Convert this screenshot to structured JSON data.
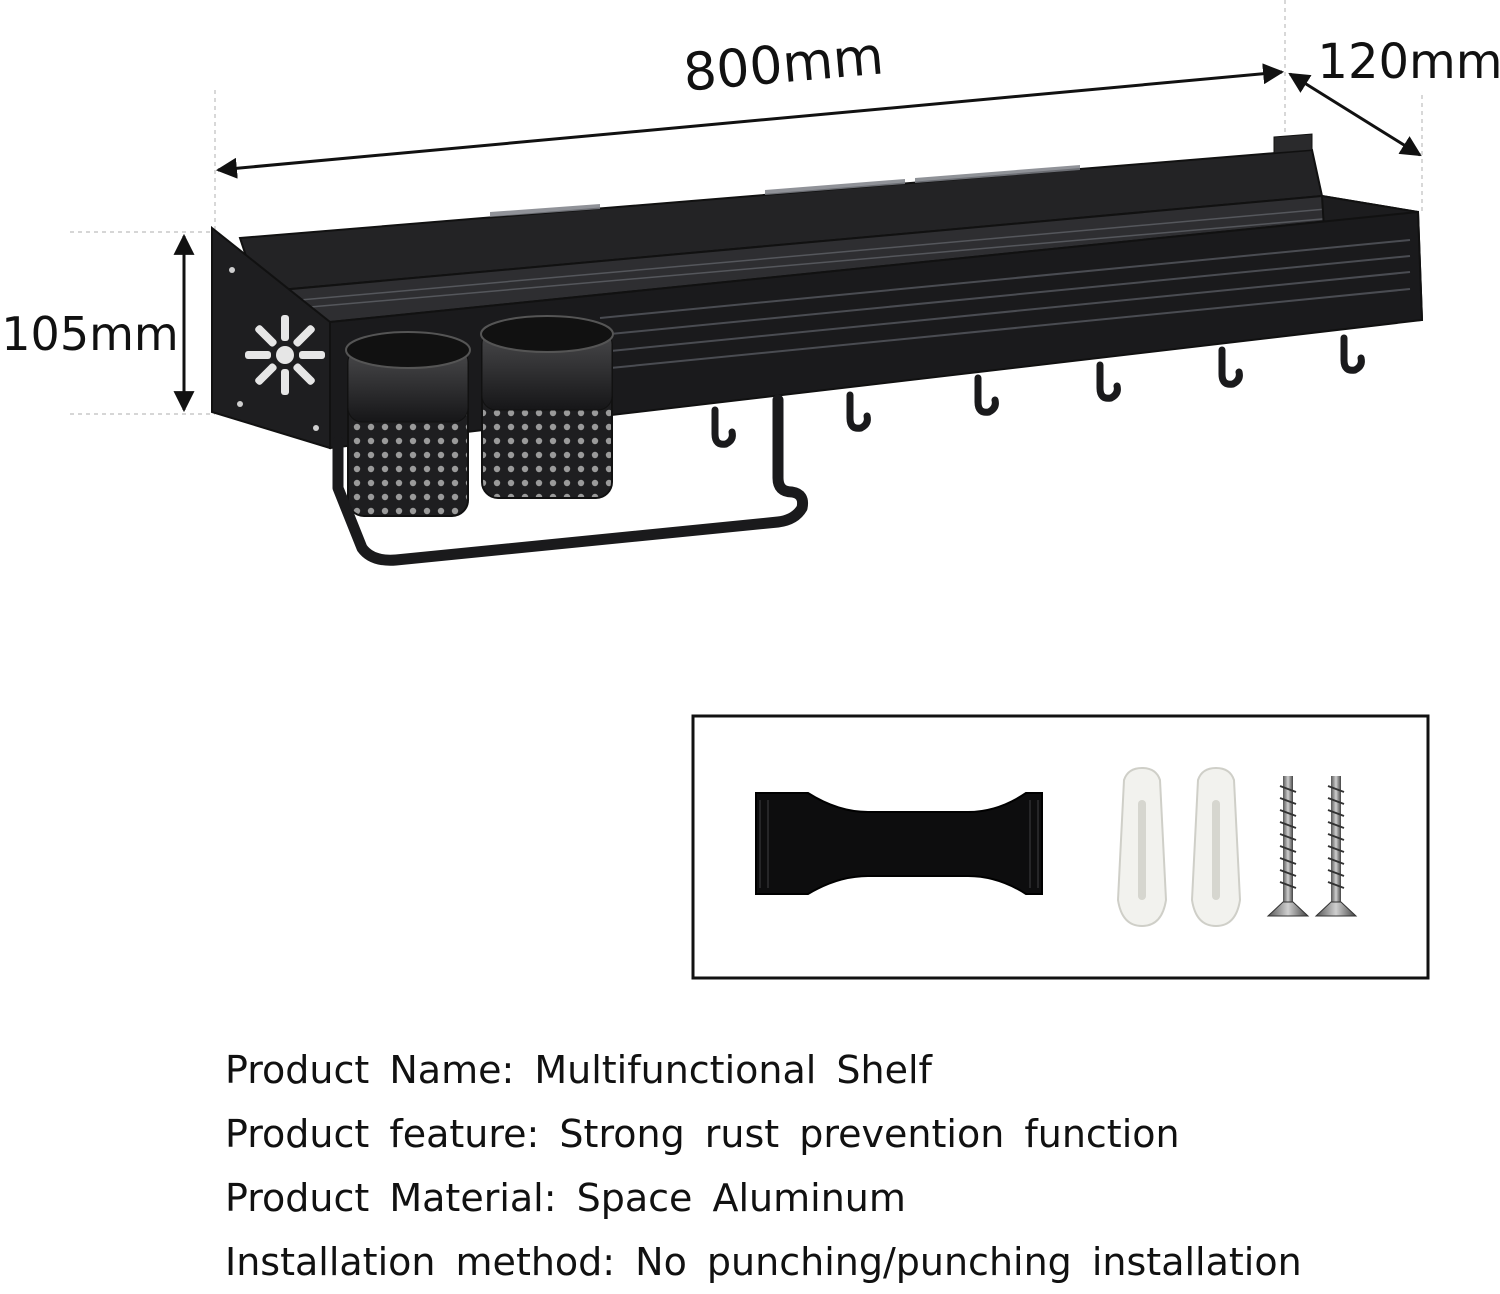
{
  "dimensions": {
    "width": "800mm",
    "depth": "120mm",
    "height": "105mm"
  },
  "accessories": {
    "items": [
      "adhesive-strip",
      "wall-anchor",
      "wall-anchor",
      "screw",
      "screw"
    ]
  },
  "specs": [
    "Product Name: Multifunctional Shelf",
    "Product feature: Strong rust prevention function",
    "Product Material: Space Aluminum",
    "Installation method: No punching/punching installation"
  ],
  "colors": {
    "shelf": "#1c1c1e",
    "outline": "#111111",
    "anchor": "#f2f2ee"
  }
}
